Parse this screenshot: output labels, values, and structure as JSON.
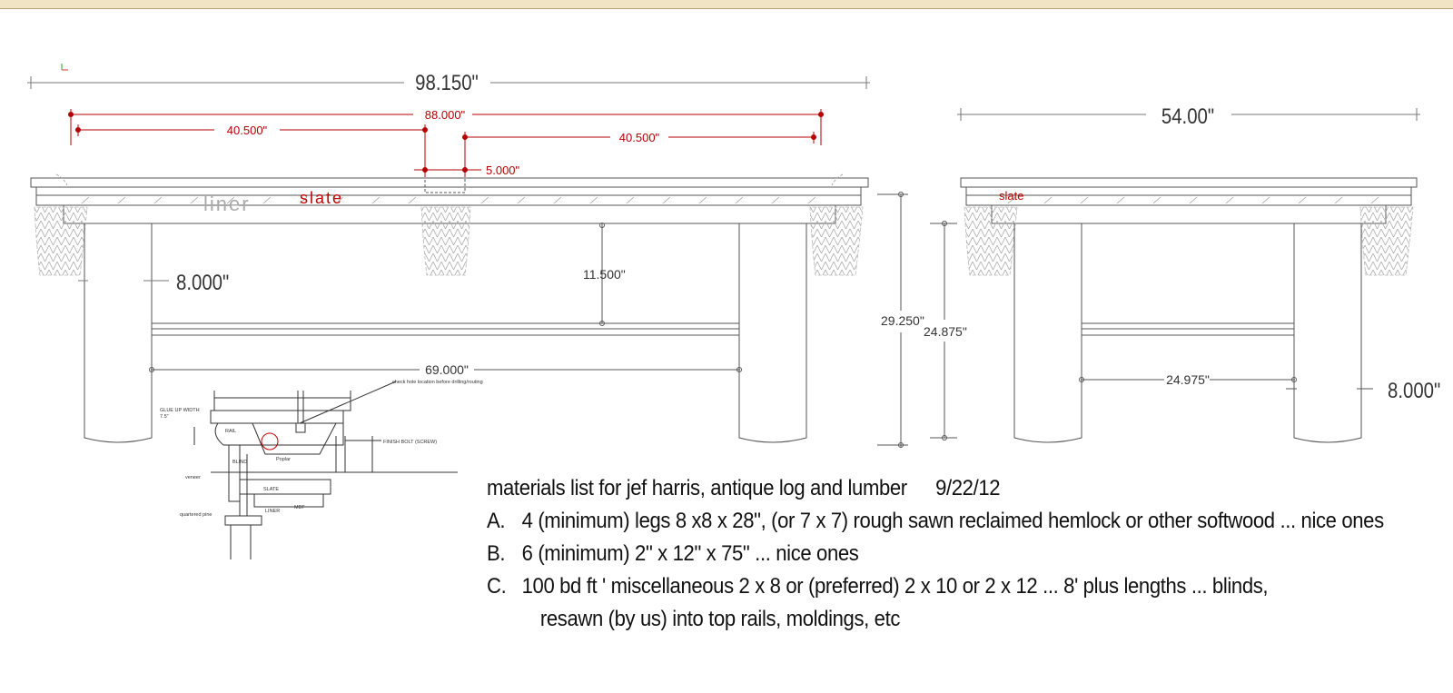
{
  "dimensions": {
    "overall_length": "98.150\"",
    "rail_length": "88.000\"",
    "half_left": "40.500\"",
    "half_right": "40.500\"",
    "gap": "5.000\"",
    "leg_width_left": "8.000\"",
    "apron_drop": "11.500\"",
    "stretcher_length": "69.000\"",
    "end_width": "54.00\"",
    "total_height": "29.250\"",
    "leg_height": "24.875\"",
    "end_stretcher": "24.975\"",
    "leg_width_right": "8.000\""
  },
  "labels": {
    "liner": "liner",
    "slate_side": "slate",
    "slate_end": "slate"
  },
  "detail": {
    "note": "check hole location before drilling/routing",
    "glue": "GLUE UP WIDTH",
    "glue_val": "7.5\"",
    "rail": "RAIL",
    "blind": "BLIND",
    "poplar": "Poplar",
    "veneer": "veneer",
    "slate": "SLATE",
    "liner": "LINER",
    "mdf": "MDF",
    "quartered": "quartered pine",
    "finish": "FINISH BOLT (SCREW)"
  },
  "materials": {
    "title": "materials list for jef harris, antique log and lumber",
    "date": "9/22/12",
    "items": [
      {
        "letter": "A.",
        "text": "4 (minimum) legs 8 x8 x 28\", (or 7 x 7) rough sawn reclaimed hemlock or other softwood ... nice ones"
      },
      {
        "letter": "B.",
        "text": "6 (minimum) 2\" x 12\" x 75\" ... nice ones"
      },
      {
        "letter": "C.",
        "text": "100 bd ft ' miscellaneous 2 x 8 or (preferred) 2 x 10 or 2 x 12 ... 8' plus lengths ... blinds,"
      }
    ],
    "continuation": "resawn (by us) into top rails, moldings, etc"
  },
  "colors": {
    "line": "#555555",
    "red_dim": "#b40000",
    "hatch": "#888888",
    "ruler": "#f1e4c4"
  }
}
